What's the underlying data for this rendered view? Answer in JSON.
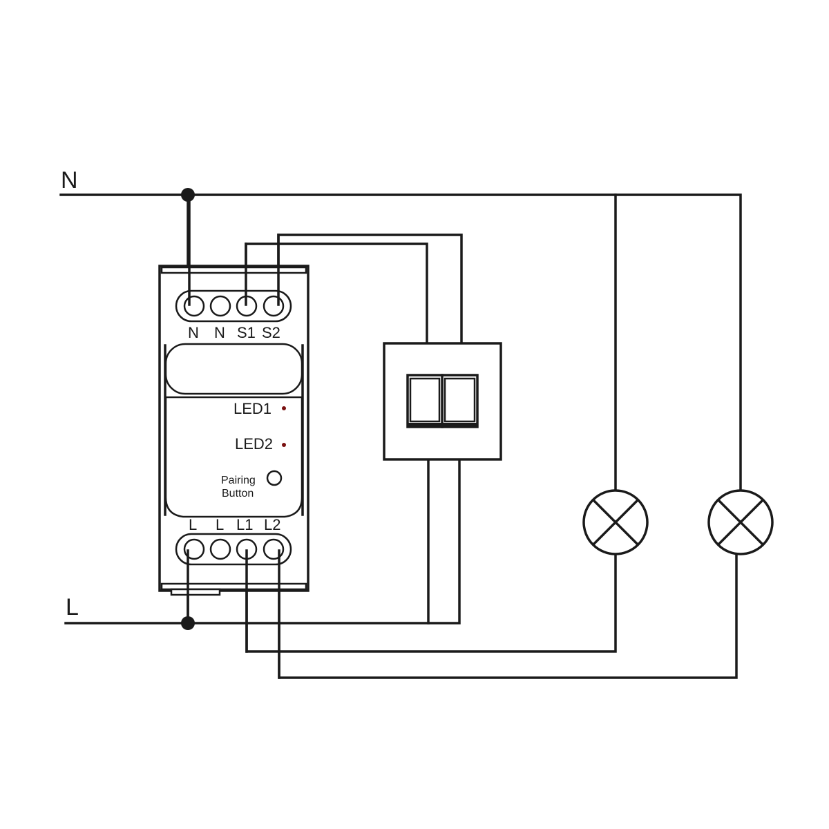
{
  "lines": {
    "neutral": "N",
    "live": "L"
  },
  "module": {
    "top_terminals": [
      "N",
      "N",
      "S1",
      "S2"
    ],
    "bottom_terminals": [
      "L",
      "L",
      "L1",
      "L2"
    ],
    "led1": "LED1",
    "led2": "LED2",
    "pairing_line1": "Pairing",
    "pairing_line2": "Button",
    "led_color": "#7a1010"
  },
  "switch": {
    "icon": "double-rocker-switch-icon"
  },
  "lamps": {
    "icon": "lamp-icon",
    "count": 2
  }
}
